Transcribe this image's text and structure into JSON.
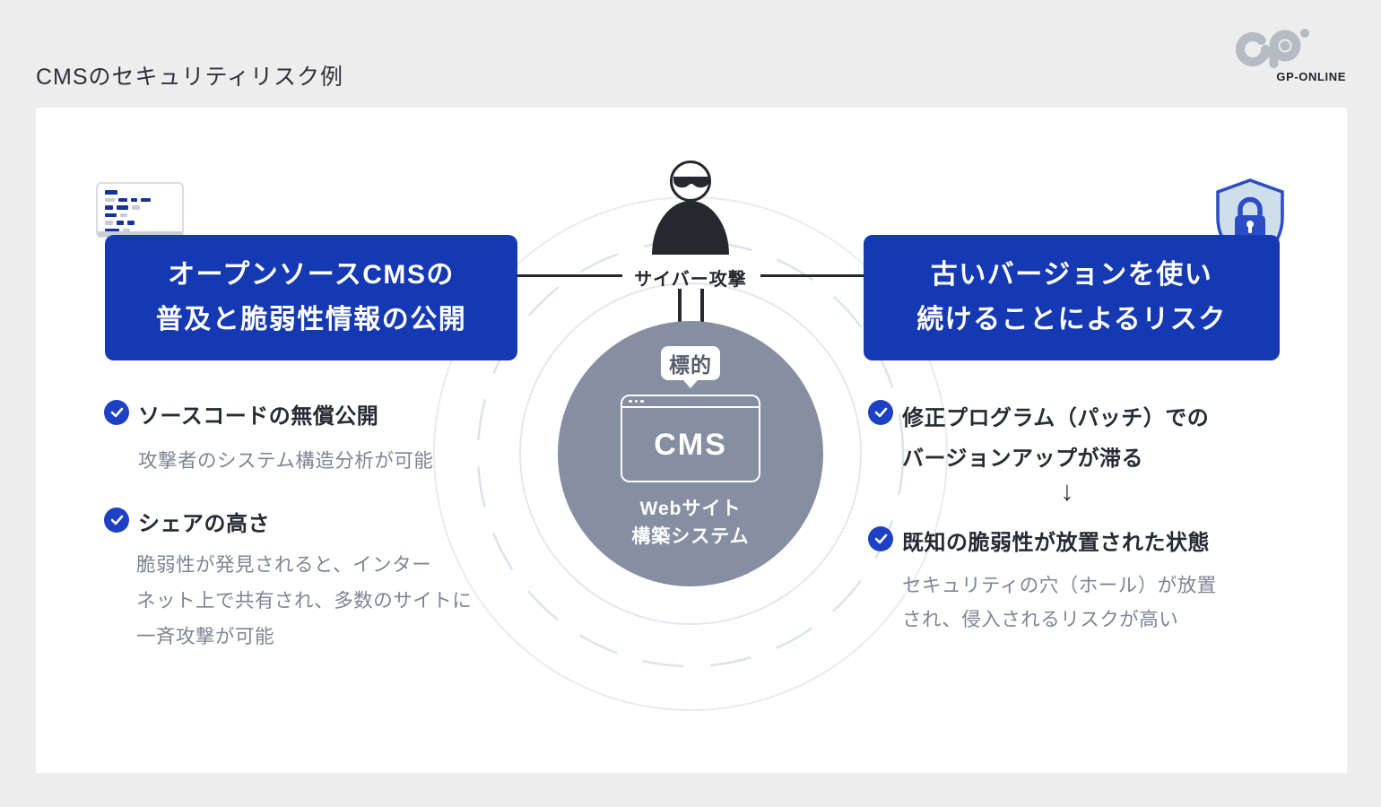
{
  "page": {
    "title": "CMSのセキュリティリスク例"
  },
  "logo": {
    "text": "GP-ONLINE"
  },
  "center": {
    "attacker_label": "サイバー攻撃",
    "target_badge": "標的",
    "cms_label": "CMS",
    "caption": [
      "Webサイト",
      "構築システム"
    ]
  },
  "left_panel": {
    "heading": [
      "オープンソースCMSの",
      "普及と脆弱性情報の公開"
    ],
    "items": [
      {
        "title": "ソースコードの無償公開",
        "desc": [
          "攻撃者のシステム構造分析が可能"
        ]
      },
      {
        "title": "シェアの高さ",
        "desc": [
          "脆弱性が発見されると、インター",
          "ネット上で共有され、多数のサイトに",
          "一斉攻撃が可能"
        ]
      }
    ]
  },
  "right_panel": {
    "heading": [
      "古いバージョンを使い",
      "続けることによるリスク"
    ],
    "items": [
      {
        "title": [
          "修正プログラム（パッチ）での",
          "バージョンアップが滞る"
        ]
      },
      {
        "title": [
          "既知の脆弱性が放置された状態"
        ],
        "desc": [
          "セキュリティの穴（ホール）が放置",
          "され、侵入されるリスクが高い"
        ]
      }
    ],
    "arrow": "↓"
  },
  "icons": [
    "gp-logo-icon",
    "monitor-code-icon",
    "hacker-icon",
    "shield-lock-icon",
    "browser-window-icon",
    "check-icon",
    "target-badge",
    "down-arrow-icon"
  ],
  "colors": {
    "background": "#ededee",
    "card": "#ffffff",
    "primary_blue": "#1538b3",
    "check_blue": "#1d40c4",
    "target_gray": "#868ea1",
    "dark_text": "#272b33",
    "sub_text": "#7e8593",
    "shield_fill": "#cfdeeb",
    "shield_stroke": "#2a4cc7"
  }
}
